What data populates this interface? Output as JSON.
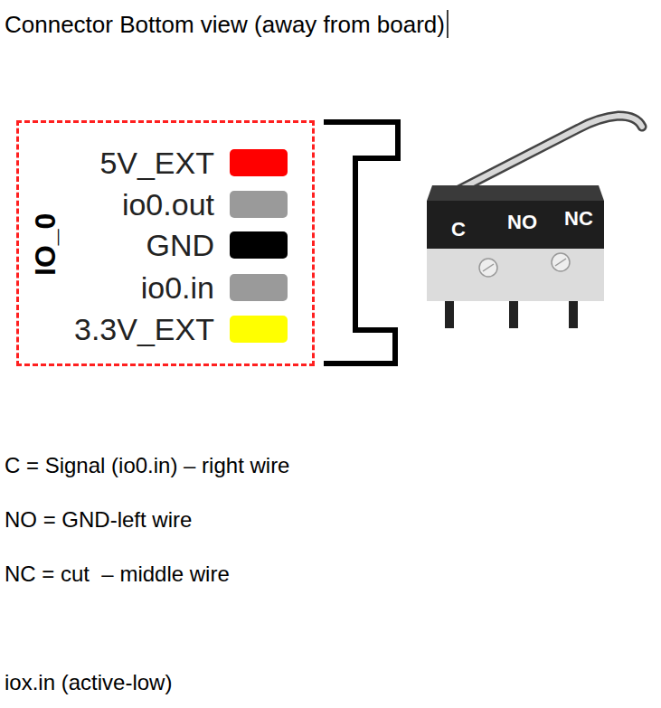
{
  "diagram": {
    "title": "Connector Bottom view (away from board)",
    "nodes": [
      {
        "text": [
          "IO_0",
          "5V_EXT",
          "io0.out",
          "GND",
          "io0.in",
          "3.3V_EXT"
        ]
      }
    ],
    "labels": [
      "C",
      "NO",
      "NC",
      "C = Signal (io0.in) – right wire",
      "NO = GND-left wire",
      "NC = cut  – middle wire",
      "iox.in (active-low)"
    ]
  }
}
